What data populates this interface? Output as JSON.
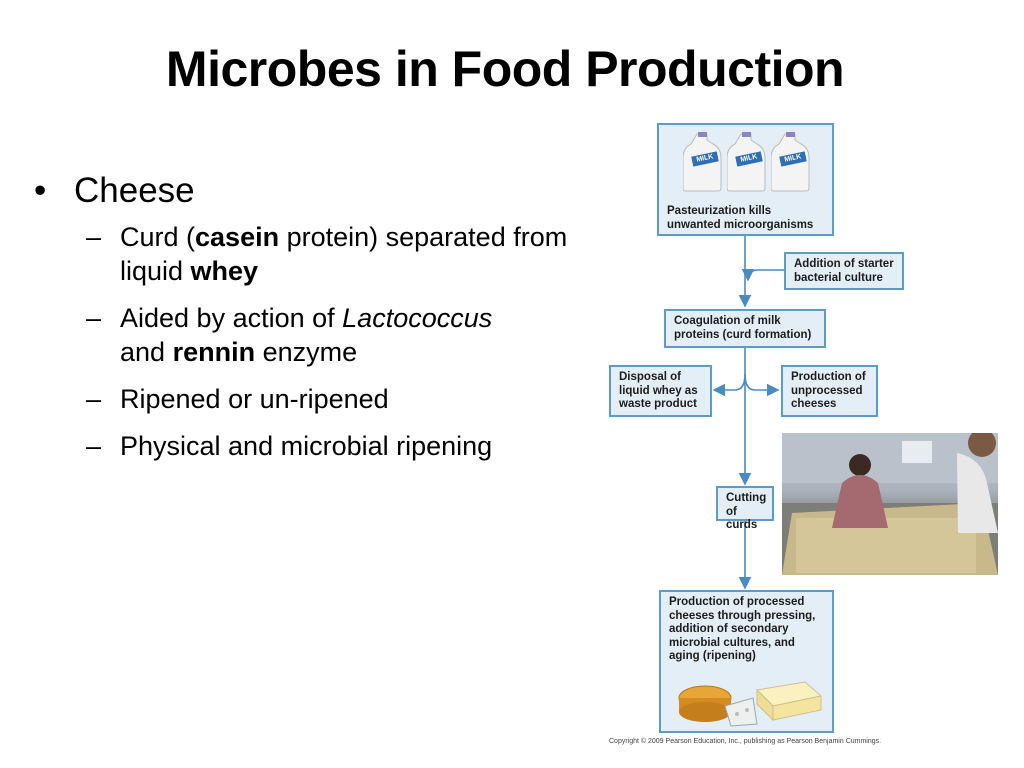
{
  "slide": {
    "title": "Microbes in Food Production",
    "bullet": "Cheese",
    "subbullets": [
      {
        "parts": [
          "Curd (",
          "casein",
          " protein) separated from liquid ",
          "whey"
        ]
      },
      {
        "parts": [
          "Aided by action of ",
          "Lactococcus",
          " and ",
          "rennin",
          " enzyme"
        ]
      },
      {
        "text": "Ripened or un-ripened"
      },
      {
        "text": "Physical and microbial ripening"
      }
    ]
  },
  "figure": {
    "milk_labels": [
      "MILK",
      "MILK",
      "MILK"
    ],
    "boxes": {
      "pasteurization": "Pasteurization kills unwanted microorganisms",
      "starter": "Addition of starter bacterial culture",
      "coagulation": "Coagulation of milk proteins (curd formation)",
      "disposal": "Disposal of liquid whey as waste product",
      "unprocessed": "Production of unprocessed cheeses",
      "cutting": "Cutting of curds",
      "processed": "Production of processed cheeses through pressing, addition of secondary microbial cultures, and aging (ripening)"
    },
    "copyright": "Copyright © 2009 Pearson Education, Inc., publishing as Pearson Benjamin Cummings."
  },
  "colors": {
    "box_fill": "#e3eef7",
    "box_border": "#5e9cc7",
    "arrow": "#4a8cc0"
  }
}
